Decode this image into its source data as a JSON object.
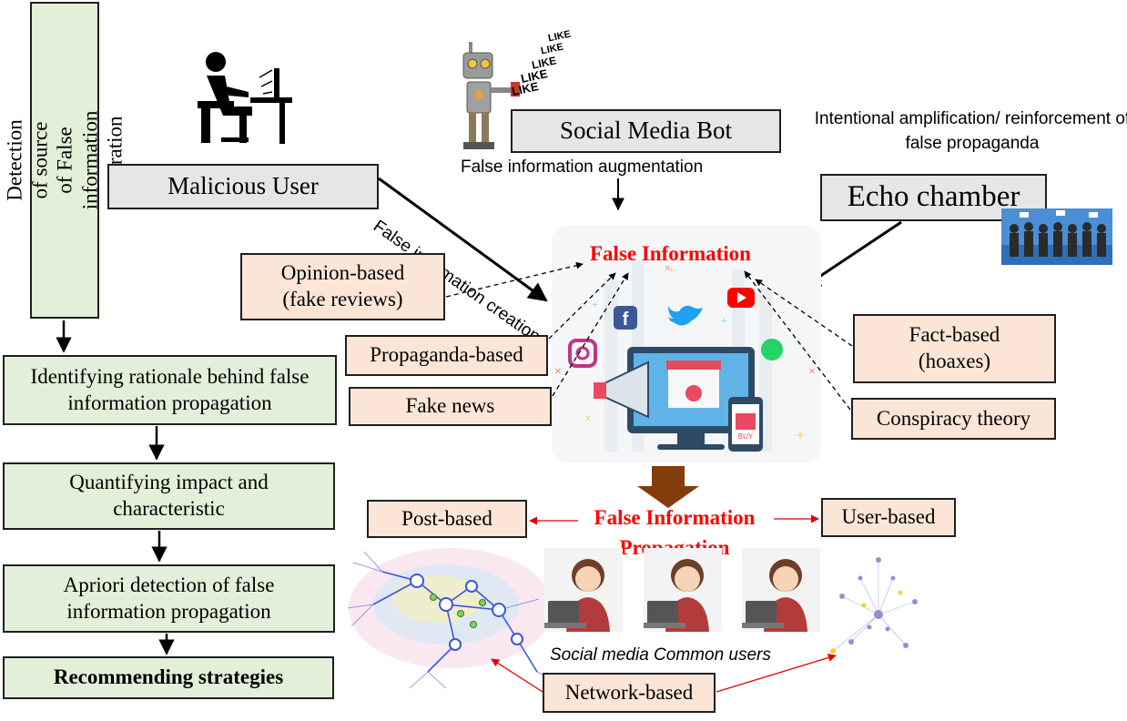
{
  "left_column": {
    "vertical_title": "Detection of source of False information generation",
    "steps": [
      "Identifying rationale behind false information propagation",
      "Quantifying impact and characteristic",
      "Apriori detection of false information propagation",
      "Recommending strategies"
    ]
  },
  "sources": {
    "malicious_user": "Malicious User",
    "creation_label": "False information creation",
    "bot": "Social Media Bot",
    "bot_likes": [
      "LIKE",
      "LIKE",
      "LIKE",
      "LIKE",
      "LIKE"
    ],
    "augmentation_label": "False information augmentation",
    "echo_chamber": "Echo chamber",
    "echo_caption": "Intentional amplification/ reinforcement of false propaganda"
  },
  "center": {
    "title": "False Information",
    "shop_label": "BUY"
  },
  "types": {
    "opinion": "Opinion-based (fake reviews)",
    "propaganda": "Propaganda-based",
    "fake_news": "Fake news",
    "fact": "Fact-based (hoaxes)",
    "conspiracy": "Conspiracy theory"
  },
  "propagation": {
    "title": "False Information Propagation",
    "post_based": "Post-based",
    "user_based": "User-based",
    "users_caption": "Social media Common users",
    "network_based": "Network-based"
  },
  "colors": {
    "green_box": "#e2efd9",
    "gray_box": "#e7e6e6",
    "peach_box": "#fbe5d6",
    "accent_red": "#ff0000",
    "down_arrow": "#843c0c"
  }
}
